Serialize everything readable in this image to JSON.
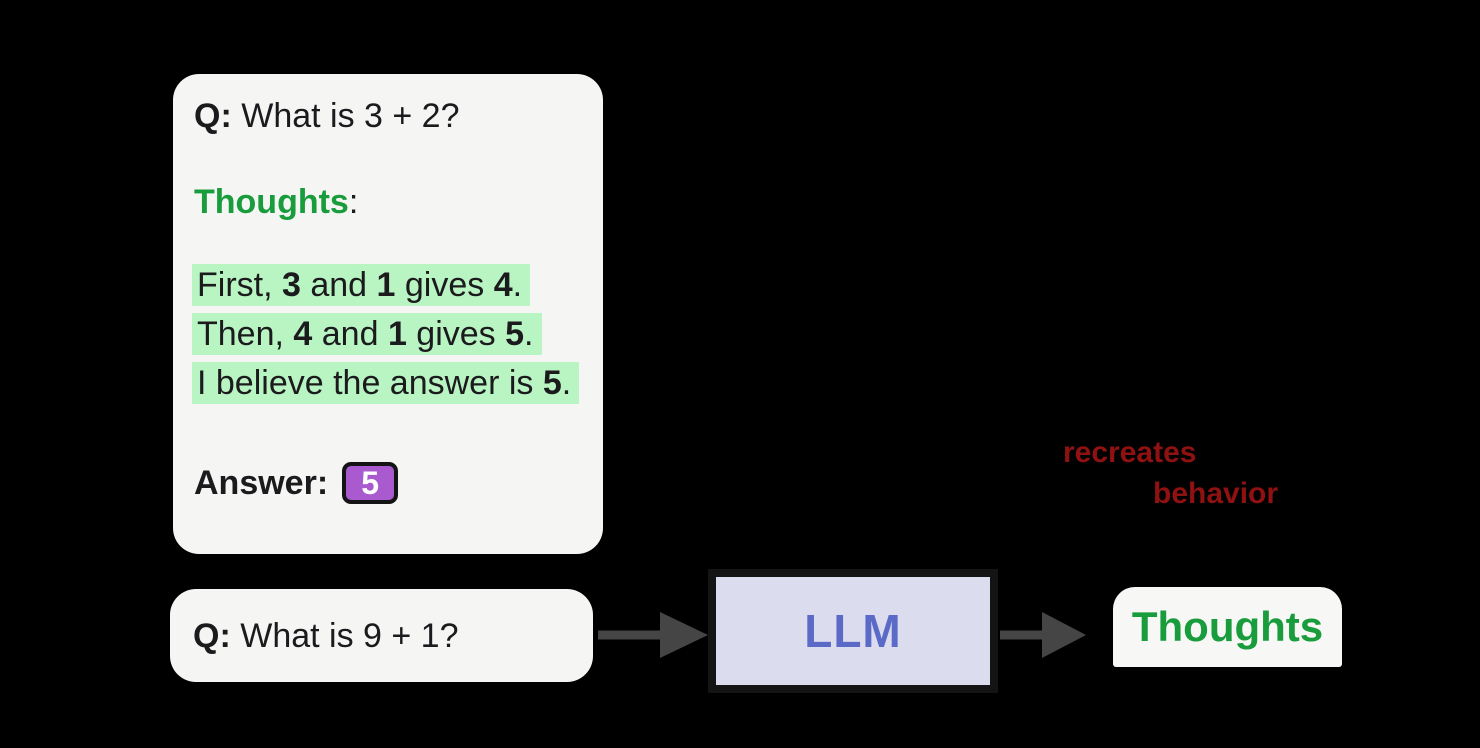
{
  "example_card": {
    "question": [
      {
        "t": "Q:",
        "b": true
      },
      {
        "t": " What is 3 + 2?"
      }
    ],
    "thoughts_label": [
      {
        "t": "Thoughts",
        "b": true,
        "c": "green"
      },
      {
        "t": ":"
      }
    ],
    "thought_lines": [
      [
        {
          "t": "First, "
        },
        {
          "t": "3",
          "b": true
        },
        {
          "t": " and "
        },
        {
          "t": "1",
          "b": true
        },
        {
          "t": " gives "
        },
        {
          "t": "4",
          "b": true
        },
        {
          "t": "."
        }
      ],
      [
        {
          "t": "Then, "
        },
        {
          "t": "4",
          "b": true
        },
        {
          "t": " and "
        },
        {
          "t": "1",
          "b": true
        },
        {
          "t": " gives "
        },
        {
          "t": "5",
          "b": true
        },
        {
          "t": "."
        }
      ],
      [
        {
          "t": "I believe the answer is "
        },
        {
          "t": "5",
          "b": true
        },
        {
          "t": "."
        }
      ]
    ],
    "answer_label": "Answer:",
    "answer_value": "5"
  },
  "query_card": {
    "question": [
      {
        "t": "Q:",
        "b": true
      },
      {
        "t": " What is 9 + 1?"
      }
    ]
  },
  "llm_box": {
    "label": "LLM"
  },
  "output_card": {
    "label": "Thoughts"
  },
  "annotation": {
    "line1": "recreates",
    "line2": "behavior"
  },
  "colors": {
    "background": "#000000",
    "card_bg": "#f5f5f4",
    "text": "#1b1b1d",
    "green": "#189c3c",
    "highlight_green": "#b9f4c3",
    "purple": "#a85ace",
    "lavender": "#dcdcef",
    "llm_text": "#5b6ac7",
    "arrow": "#454545",
    "dark_red": "#8f1111",
    "box_border": "#141414"
  }
}
